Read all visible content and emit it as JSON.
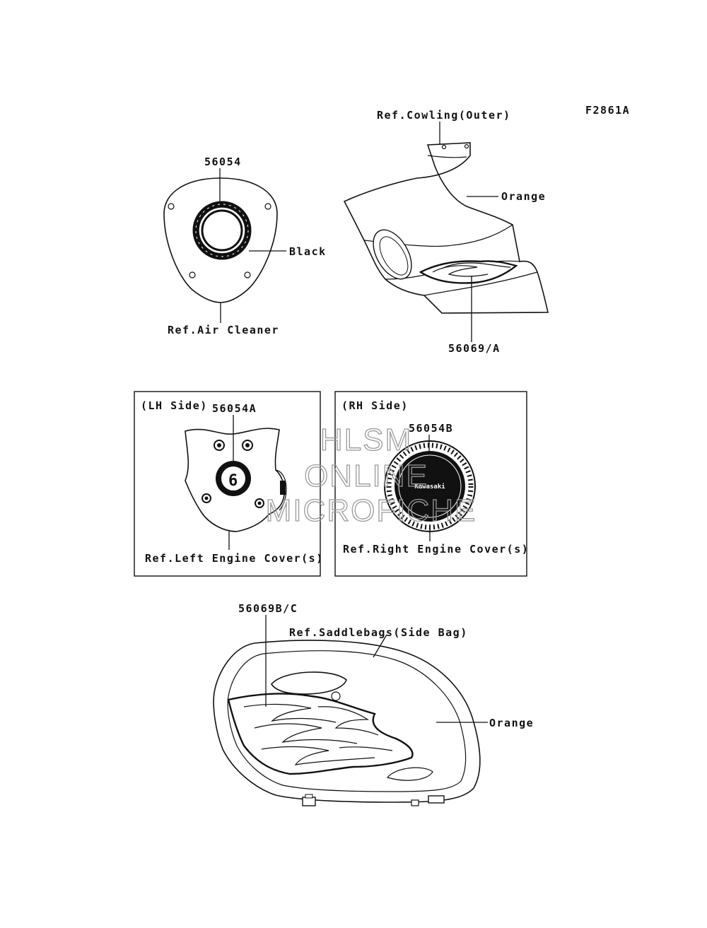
{
  "figure_code": "F2861A",
  "watermark": {
    "line1": "HLSM",
    "line2": "ONLINE",
    "line3": "MICROFICHE"
  },
  "air_cleaner": {
    "part_number": "56054",
    "color_note": "Black",
    "reference": "Ref.Air Cleaner"
  },
  "cowling": {
    "reference": "Ref.Cowling(Outer)",
    "color_note": "Orange",
    "part_number": "56069/A"
  },
  "lh_box": {
    "title": "(LH Side)",
    "part_number": "56054A",
    "reference": "Ref.Left Engine Cover(s)"
  },
  "rh_box": {
    "title": "(RH Side)",
    "part_number": "56054B",
    "reference": "Ref.Right Engine Cover(s)",
    "badge_text": "Kawasaki"
  },
  "saddlebag": {
    "part_number": "56069B/C",
    "reference": "Ref.Saddlebags(Side Bag)",
    "color_note": "Orange"
  }
}
